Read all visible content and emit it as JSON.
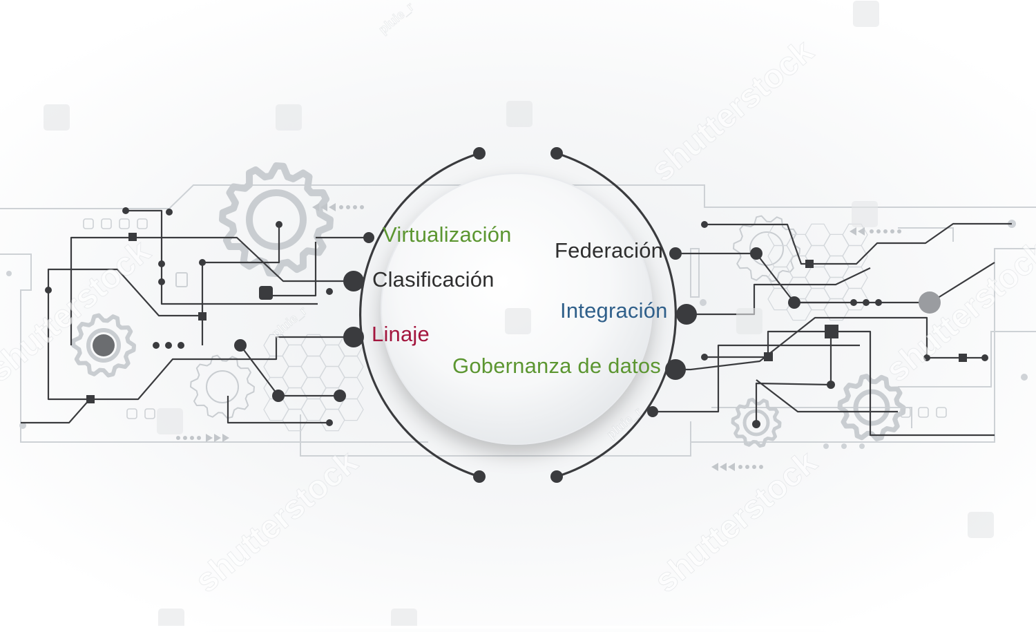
{
  "labels": {
    "virtualizacion": "Virtualización",
    "clasificacion": "Clasificación",
    "linaje": "Linaje",
    "federacion": "Federación",
    "integracion": "Integración",
    "gobernanza": "Gobernanza de datos"
  },
  "watermark": {
    "brand": "shutterstock",
    "contributor": "pluie_r"
  },
  "colors": {
    "green": "#5c9631",
    "dark": "#2e2e2e",
    "crimson": "#a3163e",
    "blue": "#2f5f8a",
    "line": "#3a3b3e",
    "faint": "#c9cdd1"
  }
}
